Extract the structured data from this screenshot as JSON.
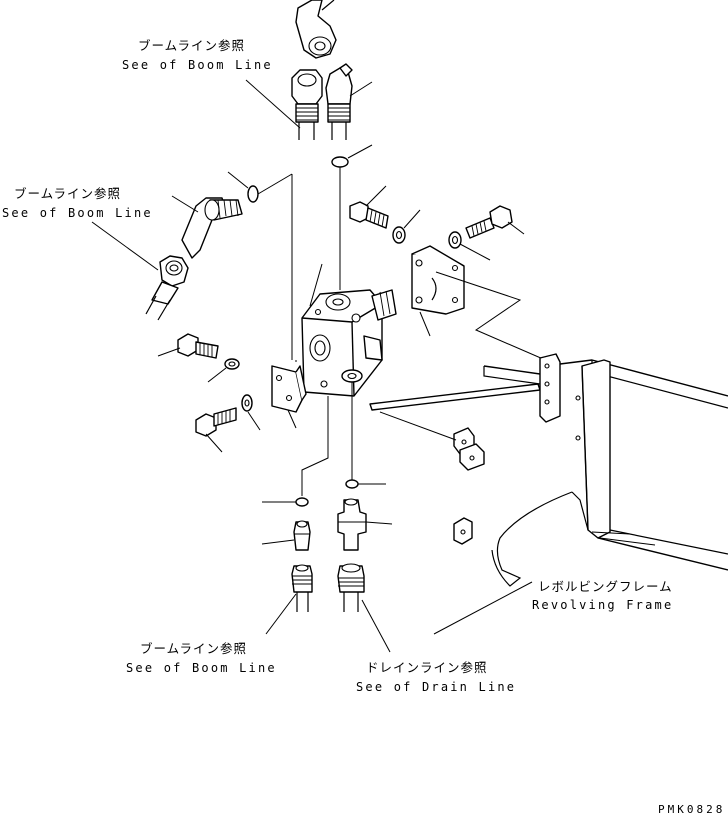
{
  "labels": {
    "boom_line_top_jp": "ブームライン参照",
    "boom_line_top_en": "See of Boom Line",
    "boom_line_left_jp": "ブームライン参照",
    "boom_line_left_en": "See of Boom Line",
    "boom_line_bottom_jp": "ブームライン参照",
    "boom_line_bottom_en": "See of Boom Line",
    "drain_line_jp": "ドレインライン参照",
    "drain_line_en": "See of Drain Line",
    "revolving_frame_jp": "レボルビングフレーム",
    "revolving_frame_en": "Revolving Frame",
    "drawing_code": "PMK0828"
  }
}
